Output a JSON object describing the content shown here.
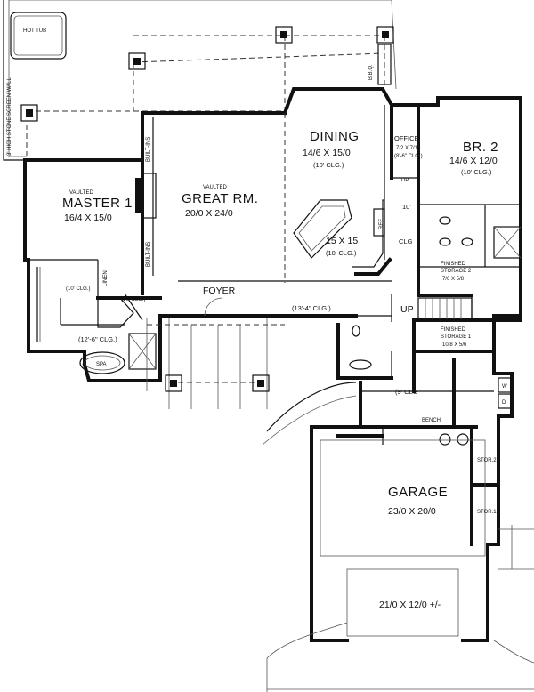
{
  "rooms": {
    "hot_tub": "HOT TUB",
    "screen_wall": "3' HIGH STONE SCREEN WALL",
    "bbq": "B.B.Q.",
    "dining_title": "DINING",
    "dining_dim": "14/6 X 15/0",
    "dining_clg": "(10' CLG.)",
    "office_title": "OFFICE",
    "office_dim": "7/2 X 7/10",
    "office_clg": "(8'-6\" CLG.)",
    "br2_title": "BR. 2",
    "br2_dim": "14/6 X 12/0",
    "br2_clg": "(10' CLG.)",
    "master_vaulted": "VAULTED",
    "master_title": "MASTER 1",
    "master_dim": "16/4 X 15/0",
    "great_vaulted": "VAULTED",
    "great_title": "GREAT RM.",
    "great_dim": "20/0 X 24/0",
    "builtins_upper": "BUILT-INS",
    "builtins_lower": "BUILT-INS",
    "kitchen_dim": "15 X 15",
    "kitchen_clg": "(10' CLG.)",
    "ref": "REF",
    "ten_clg_1": "10'",
    "ten_clg_2": "CLG",
    "up_office": "UP",
    "up_hall": "UP",
    "storage2_title_1": "FINISHED",
    "storage2_title_2": "STORAGE 2",
    "storage2_dim": "7/6 X 5/8",
    "storage1_title_1": "FINISHED",
    "storage1_title_2": "STORAGE 1",
    "storage1_dim": "10/8 X 5/6",
    "foyer": "FOYER",
    "hall_clg": "(13'-4\" CLG.)",
    "linen": "LINEN",
    "clg_10_a": "(10' CLG.)",
    "clg_10_b": "(10' CLG.)",
    "master_bath_clg": "(12'-6\" CLG.)",
    "spa": "SPA",
    "nine_clg": "(9' CLG",
    "bench": "BENCH",
    "w": "W",
    "d": "D",
    "stor2": "STOR.2",
    "stor1": "STOR.1",
    "garage_title": "GARAGE",
    "garage_dim": "23/0 X 20/0",
    "garage2_dim": "21/0 X 12/0 +/-"
  }
}
